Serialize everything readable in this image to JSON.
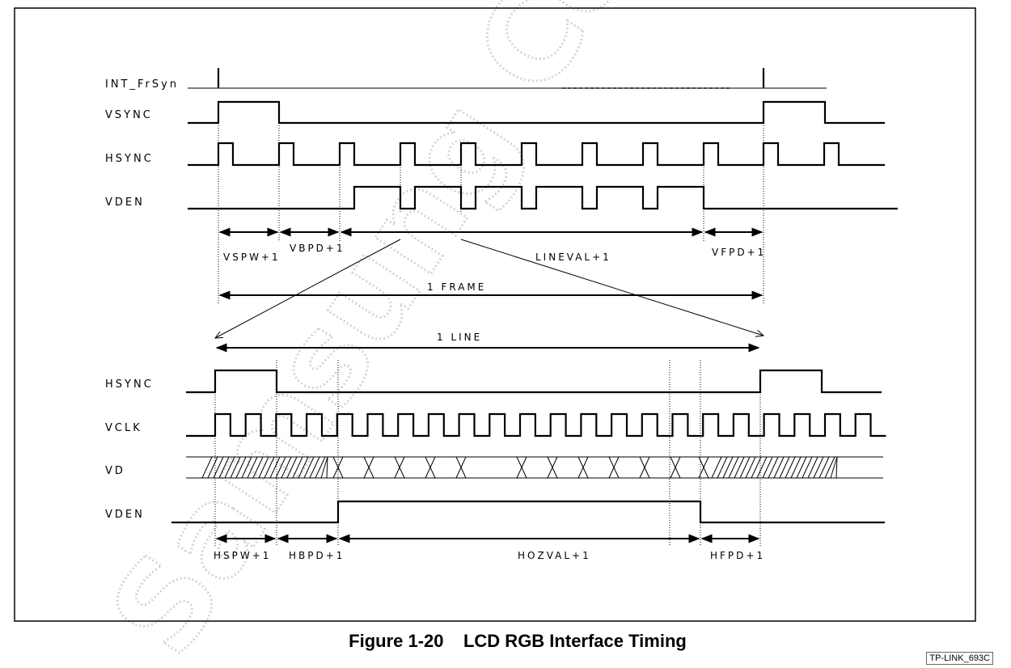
{
  "watermark": "Samsung Confidential",
  "top_signals": [
    "INT_FrSyn",
    "VSYNC",
    "HSYNC",
    "VDEN"
  ],
  "top_annotations": {
    "vspw": "VSPW+1",
    "vbpd": "VBPD+1",
    "lineval": "LINEVAL+1",
    "vfpd": "VFPD+1",
    "frame": "1 FRAME"
  },
  "bottom_signals": [
    "HSYNC",
    "VCLK",
    "VD",
    "VDEN"
  ],
  "bottom_annotations": {
    "line": "1 LINE",
    "hspw": "HSPW+1",
    "hbpd": "HBPD+1",
    "hozval": "HOZVAL+1",
    "hfpd": "HFPD+1"
  },
  "caption": {
    "figure_number": "Figure 1-20",
    "title": "LCD RGB Interface Timing"
  },
  "corner_tag": "TP-LINK_693C"
}
